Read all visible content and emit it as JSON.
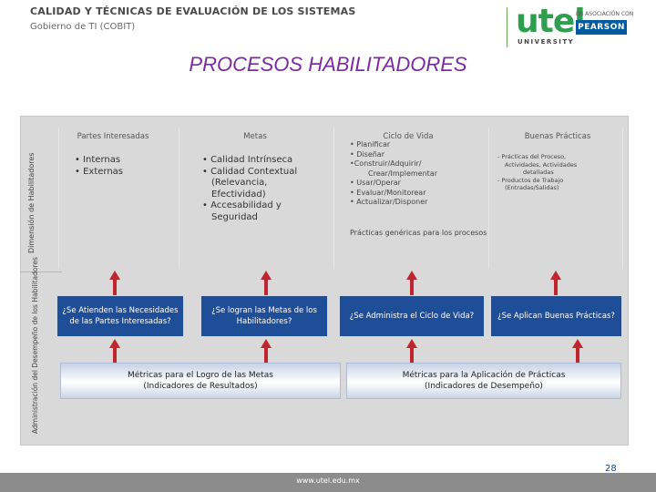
{
  "header": {
    "title": "CALIDAD Y TÉCNICAS DE EVALUACIÓN DE LOS SISTEMAS",
    "subtitle": "Gobierno de TI (COBIT)"
  },
  "logo": {
    "wordmark": "utel",
    "university": "UNIVERSITY",
    "partner_tag": "EN ASOCIACIÓN CON",
    "partner": "PEARSON"
  },
  "slide_title": "PROCESOS HABILITADORES",
  "side_labels": {
    "top": "Dimensión de Habilitadores",
    "bottom": "Administración del Desempeño de los Habilitadores"
  },
  "columns": [
    {
      "heading": "Partes Interesadas",
      "items": [
        "• Internas",
        "• Externas"
      ]
    },
    {
      "heading": "Metas",
      "items": [
        "• Calidad Intrínseca",
        "• Calidad Contextual",
        "(Relevancia,",
        "Efectividad)",
        "• Accesabilidad y",
        "Seguridad"
      ]
    },
    {
      "heading": "Ciclo de Vida",
      "items": [
        "• Planificar",
        "• Diseñar",
        "•Construir/Adquirir/",
        "Crear/Implementar",
        "• Usar/Operar",
        "• Evaluar/Monitorear",
        "• Actualizar/Disponer"
      ],
      "footer": "Prácticas genéricas para los procesos"
    },
    {
      "heading": "Buenas Prácticas",
      "items": [
        "- Prácticas del Proceso,",
        "Actividades, Actividades",
        "detalladas",
        "- Productos de Trabajo",
        "(Entradas/Salidas)"
      ]
    }
  ],
  "questions": [
    "¿Se Atienden las Necesidades de las Partes Interesadas?",
    "¿Se logran las Metas de los Habilitadores?",
    "¿Se Administra el Ciclo de Vida?",
    "¿Se Aplican Buenas Prácticas?"
  ],
  "metrics": [
    {
      "line1": "Métricas para el Logro de las Metas",
      "line2": "(Indicadores de Resultados)"
    },
    {
      "line1": "Métricas para la Aplicación de Prácticas",
      "line2": "(Indicadores de Desempeño)"
    }
  ],
  "page_number": "28",
  "footer_url": "www.utel.edu.mx",
  "colors": {
    "title_purple": "#7b2aa0",
    "question_blue": "#1f4e99",
    "arrow_red": "#c0242c",
    "utel_green": "#2e9e4f",
    "pearson_blue": "#005ba1"
  }
}
